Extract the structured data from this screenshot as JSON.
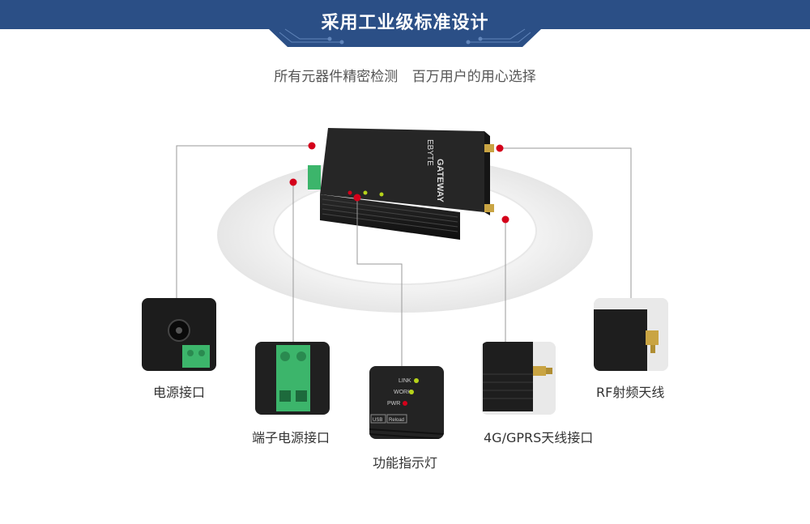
{
  "header": {
    "title": "采用工业级标准设计",
    "subtitle_left": "所有元器件精密检测",
    "subtitle_right": "百万用户的用心选择"
  },
  "device": {
    "brand": "EBYTE",
    "name": "GATEWAY",
    "leds": [
      "LINK",
      "WORK",
      "PWR"
    ],
    "buttons": [
      "USB",
      "Reload"
    ]
  },
  "callouts": {
    "power_port": "电源接口",
    "terminal_power_port": "端子电源接口",
    "indicator_lights": "功能指示灯",
    "antenna_4g": "4G/GPRS天线接口",
    "antenna_rf": "RF射频天线"
  },
  "colors": {
    "banner": "#2b4f86",
    "marker": "#d4001a",
    "terminal_green": "#3cb56b",
    "device_body": "#1e1e1e",
    "antenna_gold": "#c9a443"
  }
}
